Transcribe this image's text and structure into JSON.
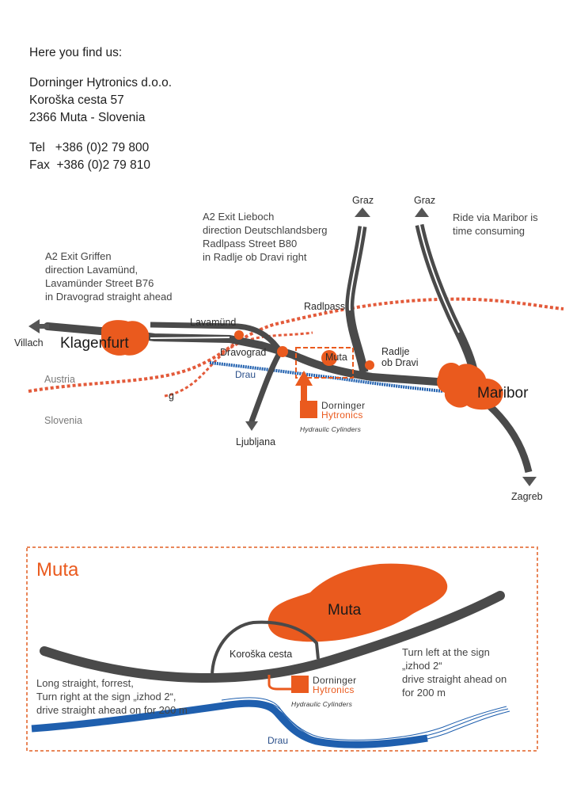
{
  "header": {
    "intro": "Here you find us:",
    "company": "Dorninger Hytronics d.o.o.",
    "street": "Koroška cesta 57",
    "city": "2366 Muta - Slovenia",
    "tel": "Tel   +386 (0)2 79 800",
    "fax": "Fax  +386 (0)2 79 810"
  },
  "overview_map": {
    "note_griffen": [
      "A2 Exit Griffen",
      "direction Lavamünd,",
      "Lavamünder Street B76",
      "in Dravograd straight ahead"
    ],
    "note_lieboch": [
      "A2 Exit Lieboch",
      "direction Deutschlandsberg",
      "Radlpass Street B80",
      "in Radlje ob Dravi right"
    ],
    "note_maribor": [
      "Ride via Maribor is",
      "time consuming"
    ],
    "graz_1": "Graz",
    "graz_2": "Graz",
    "villach": "Villach",
    "klagenfurt": "Klagenfurt",
    "lavamund": "Lavamünd",
    "dravograd": "Dravograd",
    "muta": "Muta",
    "radlje_1": "Radlje",
    "radlje_2": "ob Dravi",
    "radlpass": "Radlpass",
    "maribor": "Maribor",
    "ljubljana": "Ljubljana",
    "zagreb": "Zagreb",
    "austria": "Austria",
    "slovenia": "Slovenia",
    "drau": "Drau",
    "g_mark": "g"
  },
  "logo": {
    "line1": "Dorninger",
    "line2": "Hytronics",
    "line3": "Hydraulic Cylinders"
  },
  "detail_map": {
    "title": "Muta",
    "muta": "Muta",
    "street": "Koroška cesta",
    "drau": "Drau",
    "note_left": [
      "Long straight, forrest,",
      "Turn right at the sign „izhod 2“,",
      "drive straight ahead on for 200 m"
    ],
    "note_right": [
      "Turn left at the sign",
      "„izhod 2“",
      "drive straight ahead on",
      "for 200 m"
    ]
  },
  "colors": {
    "accent": "#ea5a1e",
    "road": "#4a4a4a",
    "river": "#1f5fae",
    "border": "#e9875a"
  }
}
